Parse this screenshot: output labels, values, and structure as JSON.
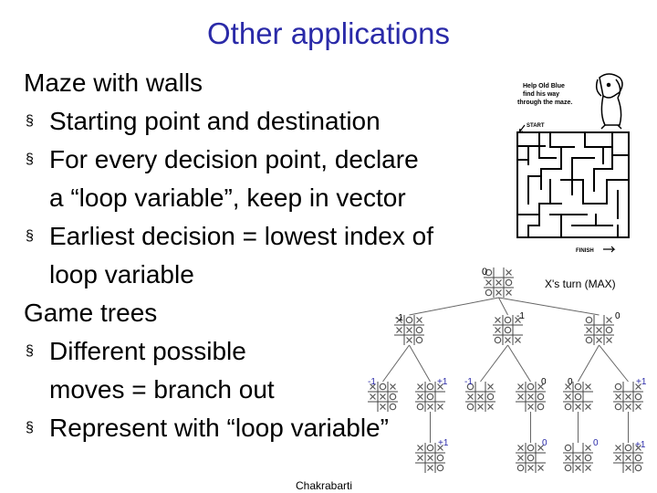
{
  "slide": {
    "title": "Other applications",
    "lines": [
      {
        "level": 0,
        "text": "Maze with walls"
      },
      {
        "level": 1,
        "text": "Starting point and destination"
      },
      {
        "level": 1,
        "text": "For every decision point, declare"
      },
      {
        "level": 2,
        "text": "a “loop variable”, keep in vector"
      },
      {
        "level": 1,
        "text": "Earliest decision = lowest index of"
      },
      {
        "level": 2,
        "text": "loop variable"
      },
      {
        "level": 0,
        "text": "Game trees"
      },
      {
        "level": 1,
        "text": "Different possible"
      },
      {
        "level": 2,
        "text": "moves = branch out"
      },
      {
        "level": 1,
        "text": "Represent with “loop variable”"
      }
    ],
    "bullet_glyph": "§",
    "footer": "Chakrabarti"
  },
  "maze_figure": {
    "caption_lines": [
      "Help Old Blue",
      "find his way",
      "through the maze."
    ],
    "start_label": "START",
    "finish_label": "FINISH"
  },
  "game_tree": {
    "turn_label": "X's turn (MAX)",
    "root_value": "0",
    "level1_values": [
      "-1",
      "-1",
      "0"
    ],
    "level2_values": [
      "-1",
      "+1",
      "-1",
      "0",
      "0",
      "+1"
    ],
    "level3_values": [
      "+1",
      "0",
      "0",
      "+1"
    ]
  },
  "colors": {
    "title": "#2a2aa8",
    "text": "#000000",
    "background": "#ffffff"
  }
}
